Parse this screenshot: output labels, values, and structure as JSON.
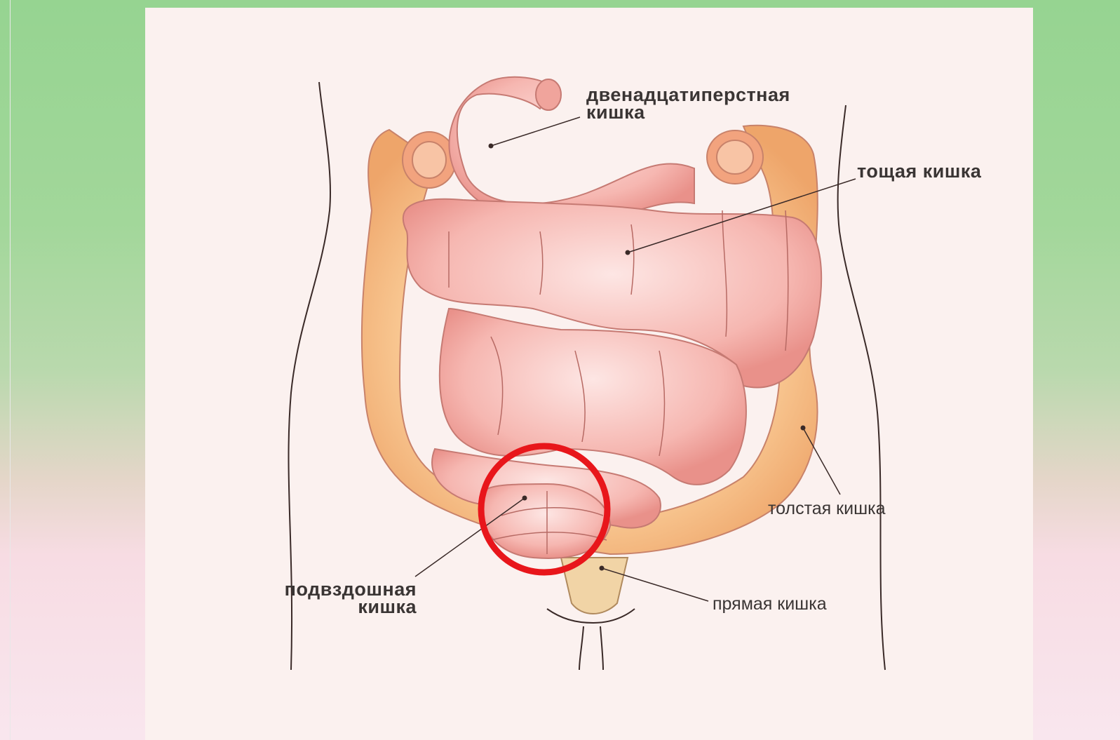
{
  "diagram": {
    "labels": {
      "duodenum": [
        "двенадцатиперстная",
        "кишка"
      ],
      "jejunum": "тощая кишка",
      "large_intestine": "толстая кишка",
      "ileum": [
        "подвздошная",
        "кишка"
      ],
      "rectum": "прямая кишка"
    },
    "highlight_color": "#e8161b"
  }
}
